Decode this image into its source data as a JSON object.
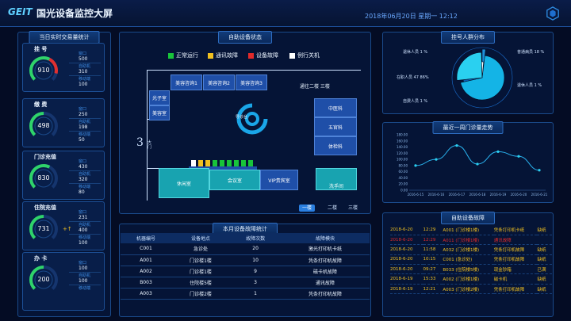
{
  "header": {
    "logo": "GEIT",
    "title": "国光设备监控大屏",
    "datetime": "2018年06月20日  星期一   12:12"
  },
  "left": {
    "title": "当日实时交易量统计",
    "cards": [
      {
        "name": "挂 号",
        "value": "910",
        "k1": "窗口",
        "v1": "500",
        "k2": "自助机",
        "v2": "310",
        "k3": "移动端",
        "v3": "100",
        "gauge_fraction": 0.88,
        "gauge_color": "#e03030"
      },
      {
        "name": "缴 费",
        "value": "498",
        "k1": "窗口",
        "v1": "250",
        "k2": "自助机",
        "v2": "198",
        "k3": "移动端",
        "v3": "50",
        "gauge_fraction": 0.5,
        "gauge_color": "#3b7fd8"
      },
      {
        "name": "门诊充值",
        "value": "830",
        "k1": "窗口",
        "v1": "430",
        "k2": "自助机",
        "v2": "320",
        "k3": "移动端",
        "v3": "80",
        "gauge_fraction": 0.6,
        "gauge_color": "#2fd36a"
      },
      {
        "name": "住院充值",
        "value": "731",
        "k1": "窗口",
        "v1": "231",
        "k2": "自助机",
        "v2": "400",
        "k3": "移动端",
        "v3": "100",
        "gauge_fraction": 0.5,
        "gauge_color": "#3b7fd8",
        "extra": "+↑"
      },
      {
        "name": "办 卡",
        "value": "200",
        "k1": "窗口",
        "v1": "100",
        "k2": "自助机",
        "v2": "100",
        "k3": "移动端",
        "v3": "",
        "gauge_fraction": 0.5,
        "gauge_color": "#3b7fd8"
      }
    ]
  },
  "center": {
    "status_title": "自助设备状态",
    "legend": [
      {
        "label": "正常运行",
        "color": "#18c43a"
      },
      {
        "label": "通讯故障",
        "color": "#f0c020"
      },
      {
        "label": "设备故障",
        "color": "#e02a2a"
      },
      {
        "label": "例行关机",
        "color": "#ffffff"
      }
    ],
    "rooms": {
      "r1": "美容咨询1",
      "r2": "美容咨询2",
      "r3": "美容咨询3",
      "guangzi": "光子室",
      "meirong": "美容室",
      "zhongyi": "中医科",
      "wuguan": "五官科",
      "tijian": "体检科",
      "xiuxi": "休闲室",
      "huiyi": "会议室",
      "vip": "VIP贵宾室",
      "washroom": "洗手间",
      "stairs": "通往二楼 三楼",
      "desk": "导诊台",
      "entrance": "大门"
    },
    "floors": [
      "一楼",
      "二楼",
      "三楼"
    ],
    "fault_title": "本月设备故障统计",
    "fault_headers": [
      "机器编号",
      "设备地点",
      "故障次数",
      "故障模块"
    ],
    "fault_rows": [
      [
        "C001",
        "急诊处",
        "20",
        "激光打印机卡纸"
      ],
      [
        "A001",
        "门诊楼1楼",
        "10",
        "凭条打印机故障"
      ],
      [
        "A002",
        "门诊楼1楼",
        "9",
        "磁卡机故障"
      ],
      [
        "B003",
        "住院楼5楼",
        "3",
        "通讯故障"
      ],
      [
        "A003",
        "门诊楼2楼",
        "1",
        "凭条打印机故障"
      ]
    ]
  },
  "right": {
    "pie_title": "挂号人群分布",
    "pie_labels": [
      {
        "text": "退休人员  1 %"
      },
      {
        "text": "在职人员  47 86%"
      },
      {
        "text": "自费人员  1 %"
      },
      {
        "text": "普通病员  18 %"
      },
      {
        "text": "退休人员  1 %"
      }
    ],
    "trend_title": "最近一周门诊量走势",
    "alarm_title": "自助设备故障",
    "alarms": [
      {
        "date": "2018-6-20",
        "time": "12:29",
        "dev": "A001 (门诊楼1楼)",
        "desc": "凭条打印机卡纸",
        "status": "缺纸",
        "color": "#f0c020"
      },
      {
        "date": "2018-6-20",
        "time": "12:29",
        "dev": "A011 (门诊楼1楼)",
        "desc": "通讯故障",
        "status": "",
        "color": "#e02a2a"
      },
      {
        "date": "2018-6-20",
        "time": "11:58",
        "dev": "A032 (门诊楼1楼)",
        "desc": "凭条打印机故障",
        "status": "缺纸",
        "color": "#f0c020"
      },
      {
        "date": "2018-6-20",
        "time": "10:15",
        "dev": "C001 (急诊处)",
        "desc": "凭条打印机故障",
        "status": "缺纸",
        "color": "#f0c020"
      },
      {
        "date": "2018-6-20",
        "time": "09:27",
        "dev": "B033 (住院楼5楼)",
        "desc": "现金钞箱",
        "status": "已满",
        "color": "#f0c020"
      },
      {
        "date": "2018-6-19",
        "time": "15:33",
        "dev": "A002 (门诊楼1楼)",
        "desc": "磁卡机",
        "status": "缺纸",
        "color": "#f0c020"
      },
      {
        "date": "2018-6-19",
        "time": "12:21",
        "dev": "A003 (门诊楼2楼)",
        "desc": "凭条打印机故障",
        "status": "缺纸",
        "color": "#f0c020"
      }
    ]
  },
  "chart_data": {
    "type": "line",
    "title": "最近一周门诊量走势",
    "x": [
      "2016-6-15",
      "2016-6-16",
      "2016-6-17",
      "2016-6-18",
      "2016-6-19",
      "2016-6-20",
      "2016-6-21"
    ],
    "series": [
      {
        "values": [
          80,
          100,
          145,
          85,
          125,
          110,
          65
        ]
      }
    ],
    "yticks": [
      "0.00",
      "20.00",
      "40.00",
      "60.00",
      "80.00",
      "100.00",
      "120.00",
      "140.00",
      "160.00",
      "180.00"
    ],
    "ylim": [
      0,
      180
    ]
  },
  "pie_data": {
    "type": "pie",
    "values": [
      1,
      47.86,
      1,
      18,
      1
    ],
    "colors": [
      "#1e8fd8",
      "#14b4e6",
      "#0a5fb0",
      "#2ad0f0",
      "#ffffff"
    ]
  },
  "colors": {
    "accent": "#2d6cc0",
    "bg": "#040c24"
  }
}
